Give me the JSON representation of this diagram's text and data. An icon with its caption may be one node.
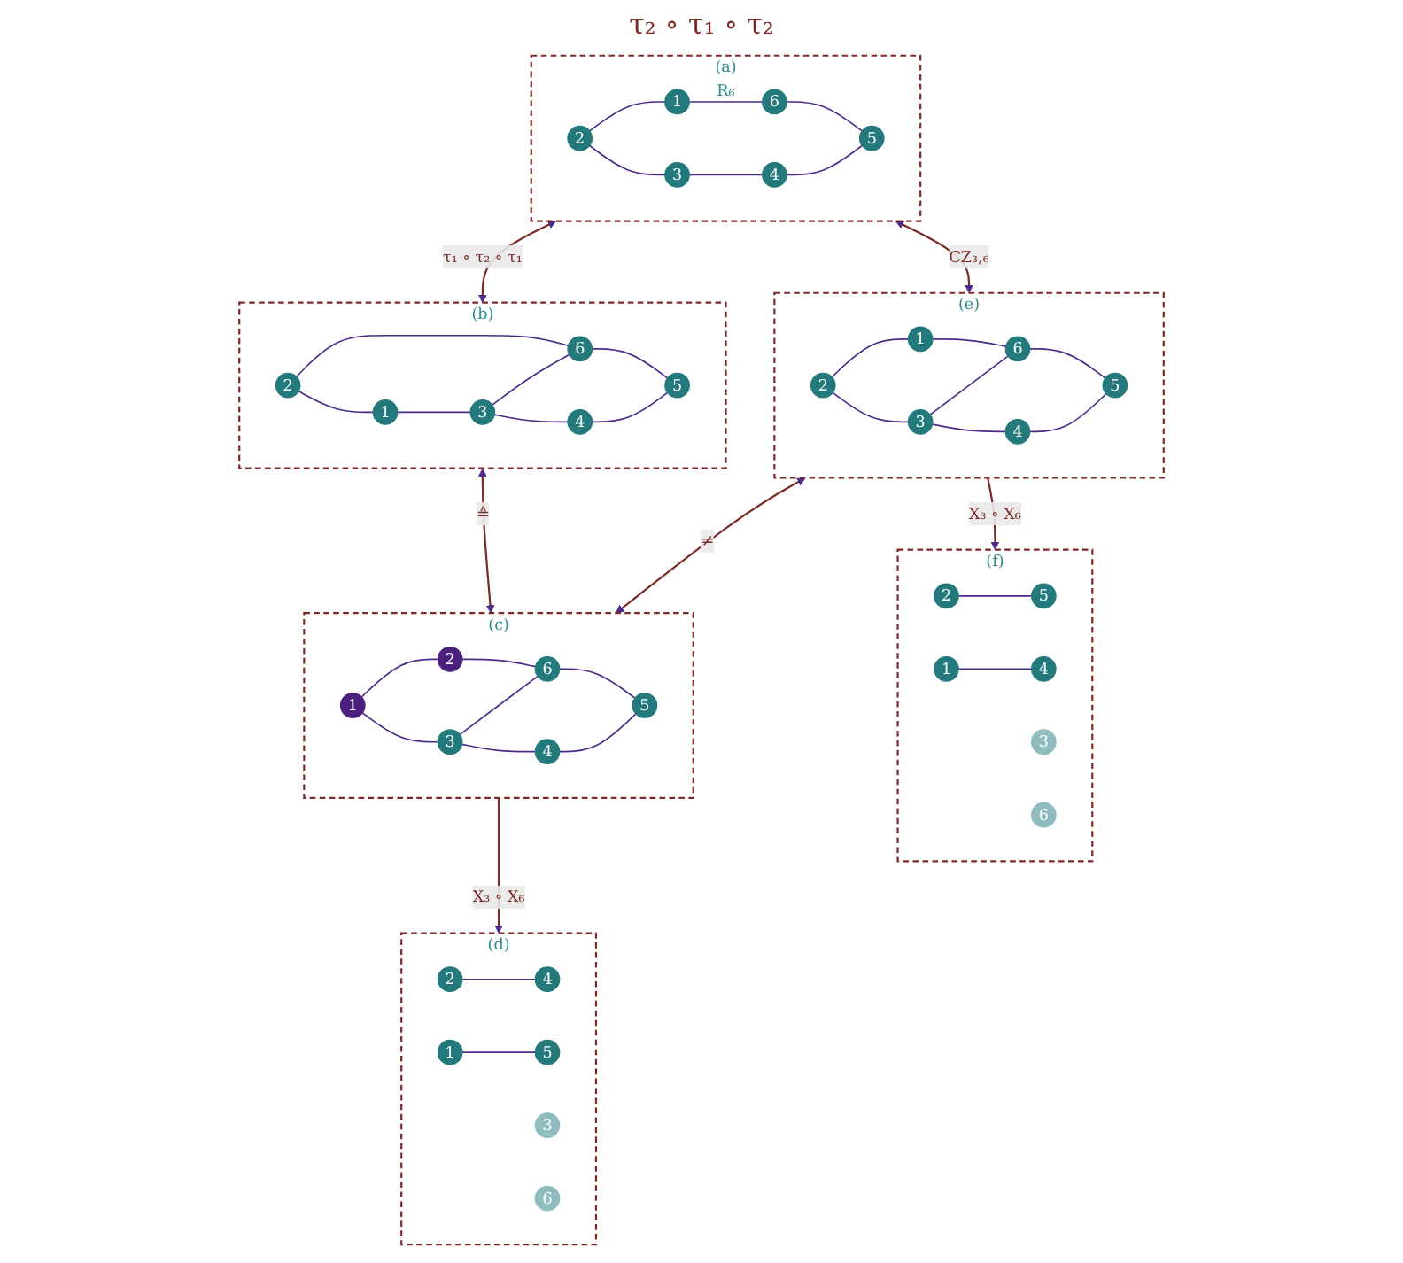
{
  "diagram": {
    "nodes": [
      {
        "text": [
          "(a)",
          "R₆"
        ]
      },
      {
        "text": [
          "2"
        ],
        "in": 0
      },
      {
        "text": [
          "1"
        ],
        "in": 0
      },
      {
        "text": [
          "3"
        ],
        "in": 0
      },
      {
        "text": [
          "6"
        ],
        "in": 0
      },
      {
        "text": [
          "4"
        ],
        "in": 0
      },
      {
        "text": [
          "5"
        ],
        "in": 0
      },
      {
        "text": [
          "(b)"
        ]
      },
      {
        "text": [
          "2"
        ],
        "in": 7
      },
      {
        "text": [
          "1"
        ],
        "in": 7
      },
      {
        "text": [
          "3"
        ],
        "in": 7
      },
      {
        "text": [
          "6"
        ],
        "in": 7
      },
      {
        "text": [
          "4"
        ],
        "in": 7
      },
      {
        "text": [
          "5"
        ],
        "in": 7
      },
      {
        "text": [
          "(e)"
        ]
      },
      {
        "text": [
          "2"
        ],
        "in": 14
      },
      {
        "text": [
          "1"
        ],
        "in": 14
      },
      {
        "text": [
          "3"
        ],
        "in": 14
      },
      {
        "text": [
          "6"
        ],
        "in": 14
      },
      {
        "text": [
          "4"
        ],
        "in": 14
      },
      {
        "text": [
          "5"
        ],
        "in": 14
      },
      {
        "text": [
          "(c)"
        ]
      },
      {
        "text": [
          "1"
        ],
        "in": 21
      },
      {
        "text": [
          "2"
        ],
        "in": 21
      },
      {
        "text": [
          "3"
        ],
        "in": 21
      },
      {
        "text": [
          "6"
        ],
        "in": 21
      },
      {
        "text": [
          "4"
        ],
        "in": 21
      },
      {
        "text": [
          "5"
        ],
        "in": 21
      },
      {
        "text": [
          "(f)"
        ]
      },
      {
        "text": [
          "2"
        ],
        "in": 28
      },
      {
        "text": [
          "1"
        ],
        "in": 28
      },
      {
        "text": [
          "3"
        ],
        "in": 28
      },
      {
        "text": [
          "6"
        ],
        "in": 28
      },
      {
        "text": [
          "4"
        ],
        "in": 28
      },
      {
        "text": [
          "5"
        ],
        "in": 28
      },
      {
        "text": [
          "(d)"
        ]
      },
      {
        "text": [
          "2"
        ],
        "in": 35
      },
      {
        "text": [
          "1"
        ],
        "in": 35
      },
      {
        "text": [
          "3"
        ],
        "in": 35
      },
      {
        "text": [
          "6"
        ],
        "in": 35
      },
      {
        "text": [
          "4"
        ],
        "in": 35
      },
      {
        "text": [
          "5"
        ],
        "in": 35
      }
    ],
    "edges": [
      {
        "from": 1,
        "to": 2,
        "arrow": "none"
      },
      {
        "from": 1,
        "to": 3,
        "arrow": "none"
      },
      {
        "from": 2,
        "to": 4,
        "arrow": "none"
      },
      {
        "from": 3,
        "to": 5,
        "arrow": "none"
      },
      {
        "from": 4,
        "to": 6,
        "arrow": "none"
      },
      {
        "from": 5,
        "to": 6,
        "arrow": "none"
      },
      {
        "from": 8,
        "to": 9,
        "arrow": "none"
      },
      {
        "from": 8,
        "to": 11,
        "arrow": "none"
      },
      {
        "from": 9,
        "to": 10,
        "arrow": "none"
      },
      {
        "from": 10,
        "to": 11,
        "arrow": "none"
      },
      {
        "from": 10,
        "to": 12,
        "arrow": "none"
      },
      {
        "from": 11,
        "to": 13,
        "arrow": "none"
      },
      {
        "from": 12,
        "to": 13,
        "arrow": "none"
      },
      {
        "from": 15,
        "to": 16,
        "arrow": "none"
      },
      {
        "from": 15,
        "to": 17,
        "arrow": "none"
      },
      {
        "from": 16,
        "to": 18,
        "arrow": "none"
      },
      {
        "from": 17,
        "to": 18,
        "arrow": "none"
      },
      {
        "from": 17,
        "to": 19,
        "arrow": "none"
      },
      {
        "from": 18,
        "to": 20,
        "arrow": "none"
      },
      {
        "from": 19,
        "to": 20,
        "arrow": "none"
      },
      {
        "from": 22,
        "to": 23,
        "arrow": "none"
      },
      {
        "from": 22,
        "to": 24,
        "arrow": "none"
      },
      {
        "from": 23,
        "to": 25,
        "arrow": "none"
      },
      {
        "from": 24,
        "to": 25,
        "arrow": "none"
      },
      {
        "from": 24,
        "to": 26,
        "arrow": "none"
      },
      {
        "from": 25,
        "to": 27,
        "arrow": "none"
      },
      {
        "from": 26,
        "to": 27,
        "arrow": "none"
      },
      {
        "from": 29,
        "to": 34,
        "arrow": "none"
      },
      {
        "from": 30,
        "to": 33,
        "arrow": "none"
      },
      {
        "from": 36,
        "to": 40,
        "arrow": "none"
      },
      {
        "from": 37,
        "to": 41,
        "arrow": "none"
      },
      {
        "from": 0,
        "to": 7,
        "arrow": "both",
        "label": "τ₁ ∘ τ₂ ∘ τ₁",
        "color": "#7b2a26"
      },
      {
        "from": 0,
        "to": 14,
        "arrow": "both",
        "label": "CZ₃,₆",
        "color": "#7b2a26"
      },
      {
        "from": 7,
        "to": 21,
        "arrow": "both",
        "label": "≙",
        "color": "#7b2a26"
      },
      {
        "from": 14,
        "to": 21,
        "arrow": "both",
        "label": "≠",
        "color": "#7b2a26"
      },
      {
        "from": 14,
        "to": 28,
        "arrow": "to",
        "label": "X₃ ∘ X₆",
        "color": "#7b2a26"
      },
      {
        "from": 21,
        "to": 35,
        "arrow": "to",
        "label": "X₃ ∘ X₆",
        "color": "#7b2a26"
      }
    ],
    "labels": [
      "τ₂ ∘ τ₁ ∘ τ₂"
    ]
  }
}
